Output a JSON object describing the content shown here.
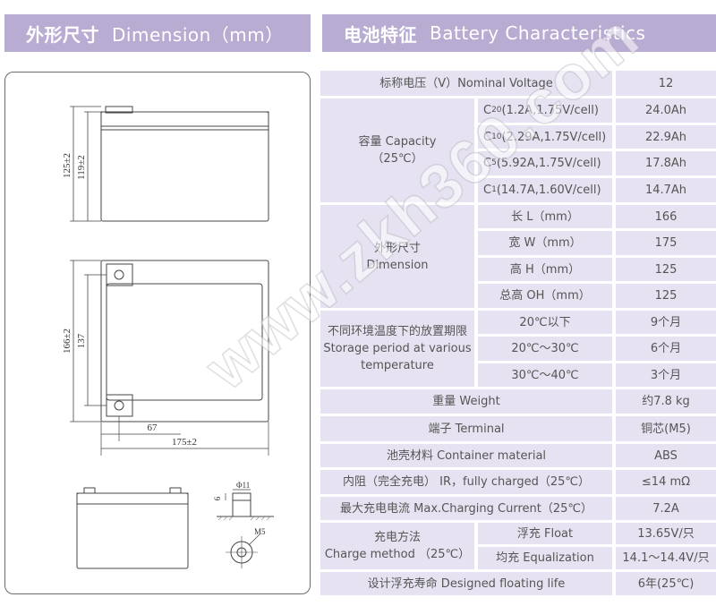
{
  "headers": {
    "dimension": {
      "zh": "外形尺寸",
      "en": "Dimension（mm）"
    },
    "battery": {
      "zh": "电池特征",
      "en": "Battery Characteristics"
    }
  },
  "drawing": {
    "front_height_outer": "125±2",
    "front_height_inner": "119±2",
    "top_height_outer": "166±2",
    "top_height_inner": "137",
    "terminal_spacing": "67",
    "width": "175±2",
    "terminal_thickness": "6",
    "terminal_hole_diameter": "Φ11",
    "terminal_thread": "M5"
  },
  "spec": {
    "nominal_voltage": {
      "label": "标称电压（V）Nominal Voltage",
      "value": "12"
    },
    "capacity": {
      "label_zh": "容量 Capacity",
      "label_temp": "（25℃）",
      "rows": [
        {
          "sub": "20",
          "cond": "(1.2A,1.75V/cell)",
          "value": "24.0Ah"
        },
        {
          "sub": "10",
          "cond": "(2.29A,1.75V/cell)",
          "value": "22.9Ah"
        },
        {
          "sub": "5",
          "cond": "(5.92A,1.75V/cell)",
          "value": "17.8Ah"
        },
        {
          "sub": "1",
          "cond": "(14.7A,1.60V/cell)",
          "value": "14.7Ah"
        }
      ]
    },
    "dimension": {
      "label_zh": "外形尺寸",
      "label_en": "Dimension",
      "rows": [
        {
          "label": "长 L（mm）",
          "value": "166"
        },
        {
          "label": "宽 W（mm）",
          "value": "175"
        },
        {
          "label": "高 H（mm）",
          "value": "125"
        },
        {
          "label": "总高 OH（mm）",
          "value": "125"
        }
      ]
    },
    "storage": {
      "label_zh": "不同环境温度下的放置期限",
      "label_en1": "Storage period at various",
      "label_en2": "temperature",
      "rows": [
        {
          "label": "20℃以下",
          "value": "9个月"
        },
        {
          "label": "20℃～30℃",
          "value": "6个月"
        },
        {
          "label": "30℃～40℃",
          "value": "3个月"
        }
      ]
    },
    "weight": {
      "label": "重量 Weight",
      "value": "约7.8 kg"
    },
    "terminal": {
      "label": "端子 Terminal",
      "value": "铜芯(M5)"
    },
    "container": {
      "label": "池壳材料 Container material",
      "value": "ABS"
    },
    "resistance": {
      "label": "内阻（完全充电） IR，fully charged（25℃）",
      "value": "≤14 mΩ"
    },
    "max_charge": {
      "label": "最大充电电流 Max.Charging Current（25℃）",
      "value": "7.2A"
    },
    "charge": {
      "label_zh": "充电方法",
      "label_en": "Charge method （25℃）",
      "rows": [
        {
          "label": "浮充 Float",
          "value": "13.65V/只"
        },
        {
          "label": "均充 Equalization",
          "value": "14.1～14.4V/只"
        }
      ]
    },
    "floating_life": {
      "label": "设计浮充寿命 Designed floating life",
      "value": "6年(25℃)"
    }
  },
  "watermark": "www.zkh360.com"
}
